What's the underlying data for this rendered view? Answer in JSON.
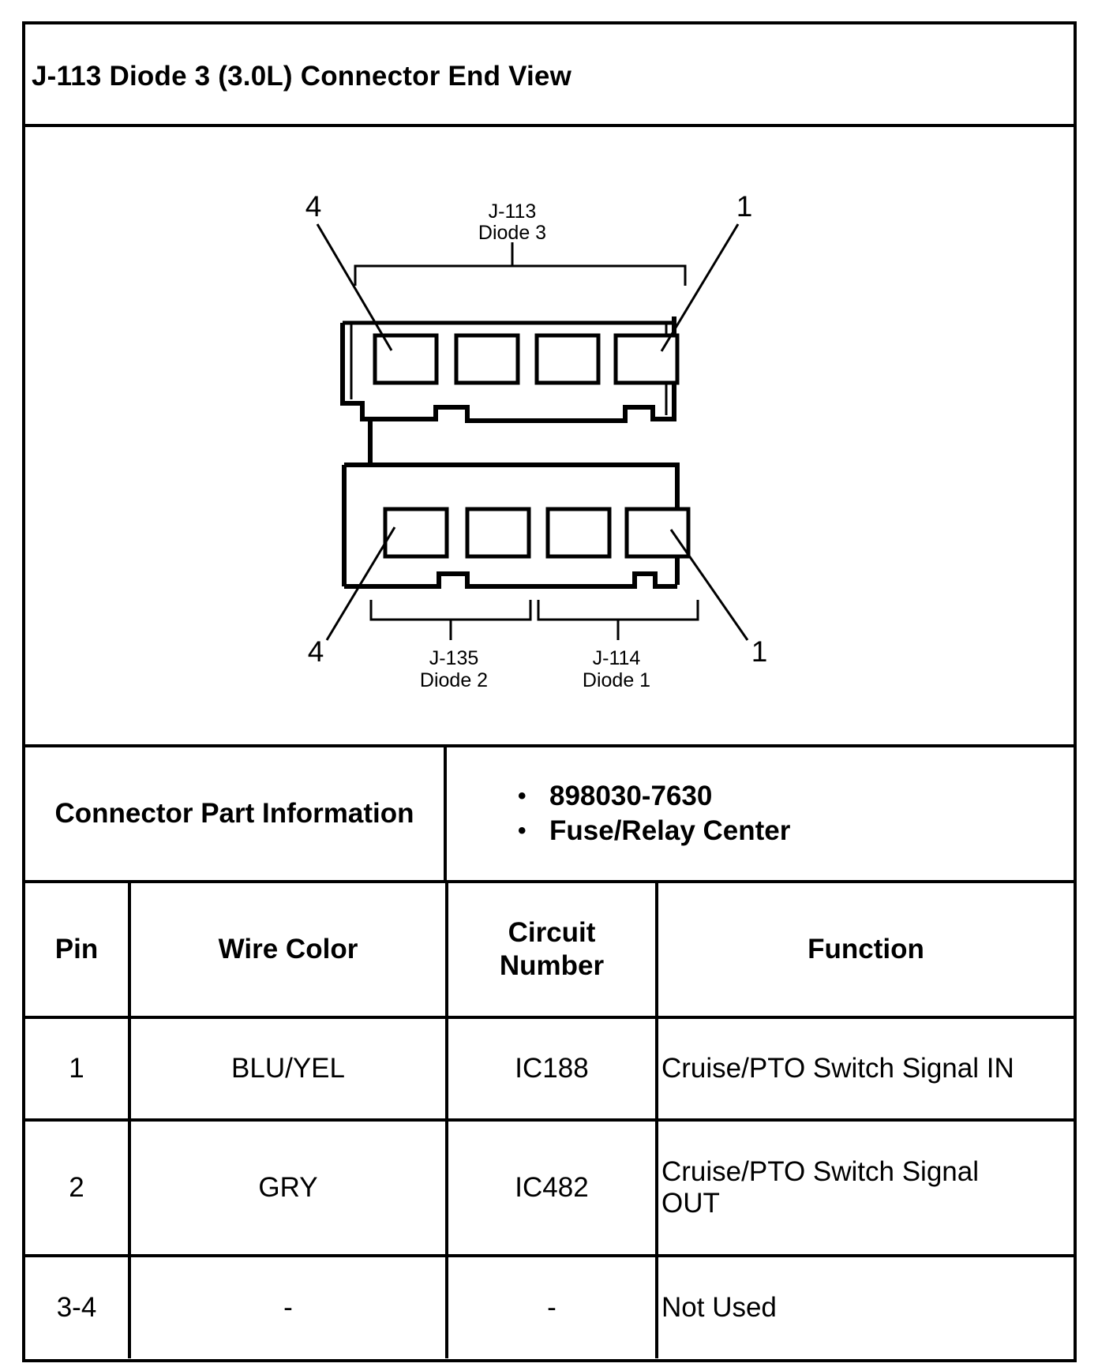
{
  "title": "J-113 Diode 3 (3.0L) Connector End View",
  "diagram": {
    "top_connector_label_line1": "J-113",
    "top_connector_label_line2": "Diode 3",
    "top_left_pin": "4",
    "top_right_pin": "1",
    "bottom_left_pin": "4",
    "bottom_right_pin": "1",
    "bottom_left_label_line1": "J-135",
    "bottom_left_label_line2": "Diode 2",
    "bottom_right_label_line1": "J-114",
    "bottom_right_label_line2": "Diode 1"
  },
  "connector_part_information": {
    "label": "Connector Part Information",
    "items": [
      "898030-7630",
      "Fuse/Relay Center"
    ],
    "bullet": "•"
  },
  "table": {
    "headers": {
      "pin": "Pin",
      "wire_color": "Wire Color",
      "circuit_number_line1": "Circuit",
      "circuit_number_line2": "Number",
      "function": "Function"
    },
    "rows": [
      {
        "pin": "1",
        "wire_color": "BLU/YEL",
        "circuit": "IC188",
        "function": "Cruise/PTO Switch Signal IN"
      },
      {
        "pin": "2",
        "wire_color": "GRY",
        "circuit": "IC482",
        "function_line1": "Cruise/PTO Switch Signal",
        "function_line2": "OUT"
      },
      {
        "pin": "3-4",
        "wire_color": "-",
        "circuit": "-",
        "function": "Not Used"
      }
    ]
  }
}
